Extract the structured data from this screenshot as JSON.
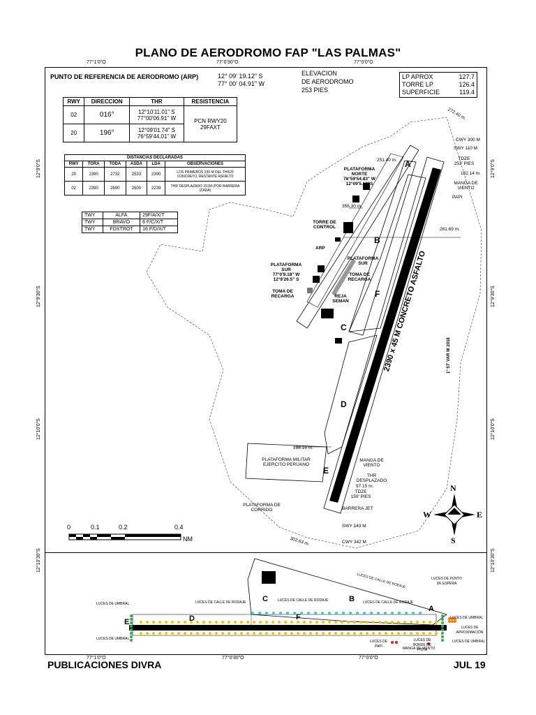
{
  "title": "PLANO DE AERODROMO FAP \"LAS PALMAS\"",
  "coords": {
    "top": [
      "77°1'0\"O",
      "77°0'30\"O",
      "77°0'0\"O"
    ],
    "bottom": [
      "77°1'0\"O",
      "77°0'30\"O",
      "77°0'0\"O"
    ],
    "left": [
      "12°9'0\"S",
      "12°9'30\"S",
      "12°10'0\"S",
      "12°10'30\"S"
    ],
    "right": [
      "12°9'0\"S",
      "12°9'30\"S",
      "12°10'0\"S",
      "12°10'30\"S"
    ]
  },
  "arp": {
    "label": "PUNTO DE REFERENCIA DE AERODROMO (ARP)",
    "lat": "12° 09' 19.12\" S",
    "lon": "77° 00' 04.91\" W"
  },
  "elevation": {
    "line1": "ELEVACION",
    "line2": "DE AERODROMO",
    "line3": "253 PIES"
  },
  "frequencies": [
    {
      "name": "LP APROX",
      "value": "127.7"
    },
    {
      "name": "TORRE LP",
      "value": "126.4"
    },
    {
      "name": "SUPERFICIE",
      "value": "119.4"
    }
  ],
  "rwy_table": {
    "headers": [
      "RWY",
      "DIRECCION",
      "THR",
      "RESISTENCIA"
    ],
    "rows": [
      {
        "rwy": "02",
        "dir": "016°",
        "thr1": "12°10'11.01\" S",
        "thr2": "77°00'06.91\" W"
      },
      {
        "rwy": "20",
        "dir": "196°",
        "thr1": "12°09'01.74\" S",
        "thr2": "76°59'44.01\" W"
      }
    ],
    "resistance1": "PCN RWY20",
    "resistance2": "29FAXT"
  },
  "dist_table": {
    "title": "DISTANCIAS DECLARADAS",
    "headers": [
      "RWY",
      "TORA",
      "TODA",
      "ASDA",
      "LDA",
      "OBSERVACIONES"
    ],
    "rows": [
      [
        "20",
        "2390",
        "2732",
        "2533",
        "2390",
        "LOS PRIMEROS 230 M DEL THR20 CONCRETO, RESTANTE ASFALTO"
      ],
      [
        "02",
        "2390",
        "2690",
        "2500",
        "2239",
        "THR DESPLAZADO 151M (POR BARRERA IZADA)"
      ]
    ]
  },
  "twy_table": [
    [
      "TWY",
      "ALFA",
      "29F/A/X/T"
    ],
    [
      "TWY",
      "BRAVO",
      "6 F/C/X/T"
    ],
    [
      "TWY",
      "FOXTROT",
      "16 F/D/X/T"
    ]
  ],
  "map_labels": {
    "plat_norte": [
      "PLATAFORMA",
      "NORTE",
      "76°59'54.83\" W",
      "12°09'5.19\"S"
    ],
    "torre": [
      "TORRE DE",
      "CONTROL"
    ],
    "arp": "ARP",
    "plat_sur_left": [
      "PLATAFORMA",
      "SUR",
      "77°0'9.18\" W",
      "12°9'26.5\" S"
    ],
    "toma1": [
      "TOMA DE",
      "RECARGA"
    ],
    "plat_sur_right": [
      "PLATAFORMA",
      "SUR"
    ],
    "toma2": [
      "TOMA DE",
      "RECARGA"
    ],
    "reja": [
      "REJA",
      "SEMAN"
    ],
    "runway": "2390 x 45 M CONCRETO ASFALTO",
    "var": "1° 57' VAR W 2018",
    "plat_militar": [
      "PLATAFORMA MILITAR",
      "EJERCITO PERUANO"
    ],
    "plat_corrido": [
      "PLATAFORMA DE",
      "CORRIDO"
    ],
    "manga1": [
      "MANGA DE",
      "VIENTO"
    ],
    "manga2": [
      "MANGA DE",
      "VIENTO"
    ],
    "thr_desp": [
      "THR",
      "DESPLAZADO"
    ],
    "tdze1": [
      "TDZE",
      "159' PIES"
    ],
    "tdze2": [
      "TDZE",
      "253' PIES"
    ],
    "barrera": "BARRERA JET",
    "swy_s": "SWY 143 M",
    "cwy_s": "CWY 342 M",
    "cwy_n": "CWY 300 M",
    "swy_n": "SWY 110 M",
    "papi": "PAPI",
    "d_27240": "272.40 m.",
    "d_25140": "251.40 m.",
    "d_35630": "356.30 m.",
    "d_15214": "152.14 m.",
    "d_28169": "281.69 m.",
    "d_19816": "198.16 m.",
    "d_9715": "97.15 m.",
    "d_30263": "302.63 m.",
    "taxiways": [
      "A",
      "B",
      "C",
      "D",
      "E",
      "F"
    ]
  },
  "compass": {
    "n": "N",
    "s": "S",
    "e": "E",
    "w": "W"
  },
  "scale": {
    "ticks": [
      "0",
      "0.1",
      "0.2",
      "0.4"
    ],
    "unit": "NM"
  },
  "lighting": {
    "umbral1": "LUCES DE UMBRAL",
    "umbral2": "LUCES DE UMBRAL",
    "umbral3": "LUCES DE UMBRAL",
    "umbral4": "LUCES DE UMBRAL",
    "rodaje1": "LUCES DE CALLE DE RODAJE",
    "rodaje2": "LUCES DE CALLE DE RODAJE",
    "rodaje3": "LUCES DE CALLE DE RODAJE",
    "rodaje4": "LUCES DE CALLE DE RODAJE",
    "espera": "LUCES DE PUNTO DE ESPERA",
    "aprox": "LUCES DE APROXIMACIÓN",
    "papi": "LUCES DE PAPI",
    "borde": "LUCES DE BORDE DE PISTA",
    "manga": "MANGA DE VIENTO"
  },
  "footer": {
    "left": "PUBLICACIONES DIVRA",
    "right": "JUL 19"
  }
}
